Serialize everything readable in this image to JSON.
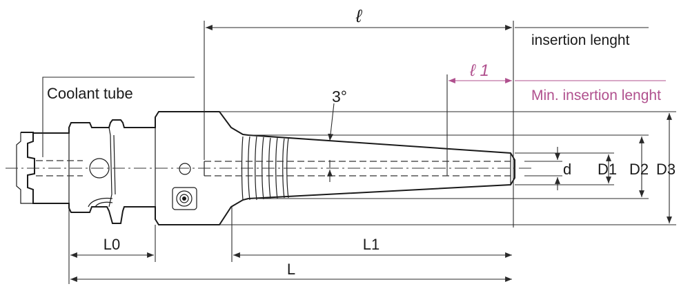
{
  "labels": {
    "ell": "ℓ",
    "ell1": "ℓ 1",
    "insertion": "insertion lenght",
    "min_insertion": "Min. insertion lenght",
    "coolant": "Coolant tube",
    "angle": "3°",
    "d": "d",
    "D1": "D1",
    "D2": "D2",
    "D3": "D3",
    "L0": "L0",
    "L1": "L1",
    "L": "L"
  },
  "colors": {
    "line": "#1a1a1a",
    "accent": "#b0508e",
    "text": "#1a1a1a"
  }
}
